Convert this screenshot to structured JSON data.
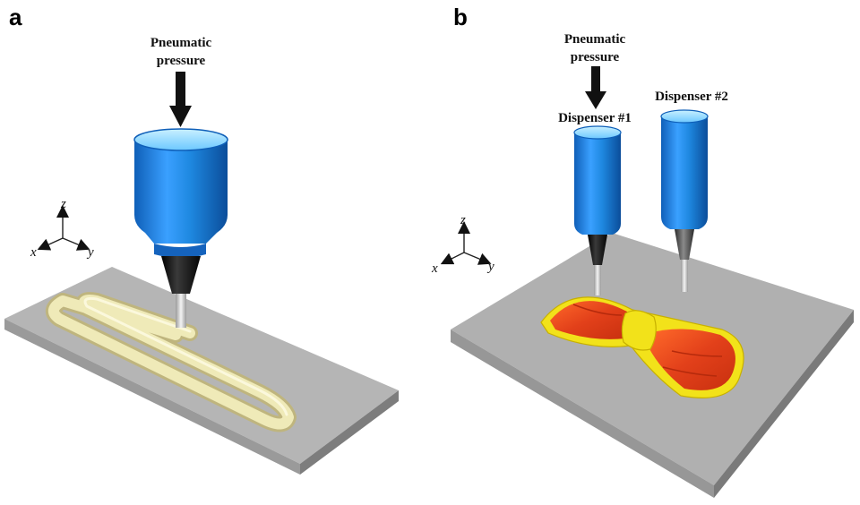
{
  "panels": {
    "a": {
      "letter": "a",
      "pressure_label_line1": "Pneumatic",
      "pressure_label_line2": "pressure",
      "axes": {
        "x": "x",
        "y": "y",
        "z": "z"
      }
    },
    "b": {
      "letter": "b",
      "pressure_label_line1": "Pneumatic",
      "pressure_label_line2": "pressure",
      "dispenser1_label": "Dispenser #1",
      "dispenser2_label": "Dispenser #2",
      "axes": {
        "x": "x",
        "y": "y",
        "z": "z"
      }
    }
  },
  "colors": {
    "plate_top": "#b3b3b3",
    "plate_side": "#8e8e8e",
    "syringe_blue": "#1e88e0",
    "syringe_highlight": "#8fd8ff",
    "nozzle_dark": "#1c1c1c",
    "needle_silver": "#d9d9d9",
    "printed_filament": "#efeab8",
    "bowtie_red": "#e84a1c",
    "bowtie_yellow": "#f2e21a"
  }
}
